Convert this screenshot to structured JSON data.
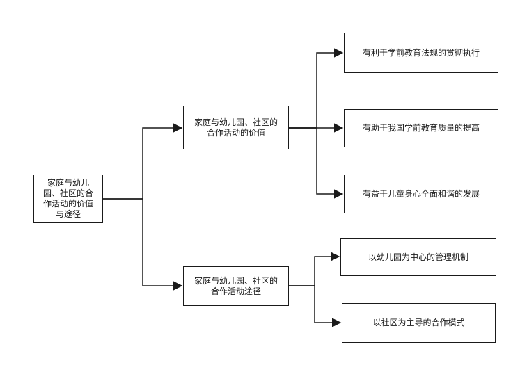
{
  "root": {
    "lines": [
      "家庭与幼儿",
      "园、社区的合",
      "作活动的价值",
      "与途径"
    ]
  },
  "value_branch": {
    "lines": [
      "家庭与幼儿园、社区的",
      "合作活动的价值"
    ]
  },
  "path_branch": {
    "lines": [
      "家庭与幼儿园、社区的",
      "合作活动途径"
    ]
  },
  "value_leaves": [
    {
      "label": "有利于学前教育法规的贯彻执行"
    },
    {
      "label": "有助于我国学前教育质量的提高"
    },
    {
      "label": "有益于儿童身心全面和谐的发展"
    }
  ],
  "path_leaves": [
    {
      "label": "以幼儿园为中心的管理机制"
    },
    {
      "label": "以社区为主导的合作模式"
    }
  ],
  "colors": {
    "stroke": "#1a1a1a",
    "background": "#ffffff"
  }
}
